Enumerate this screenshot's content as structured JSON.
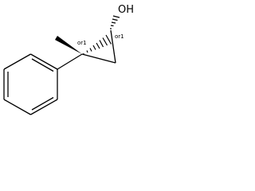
{
  "molecule": {
    "atoms": {
      "hydroxyl": "OH"
    },
    "stereo_labels": {
      "c1": "or1",
      "c2": "or1"
    }
  },
  "colors": {
    "ink": "#000000",
    "background": "#ffffff"
  }
}
